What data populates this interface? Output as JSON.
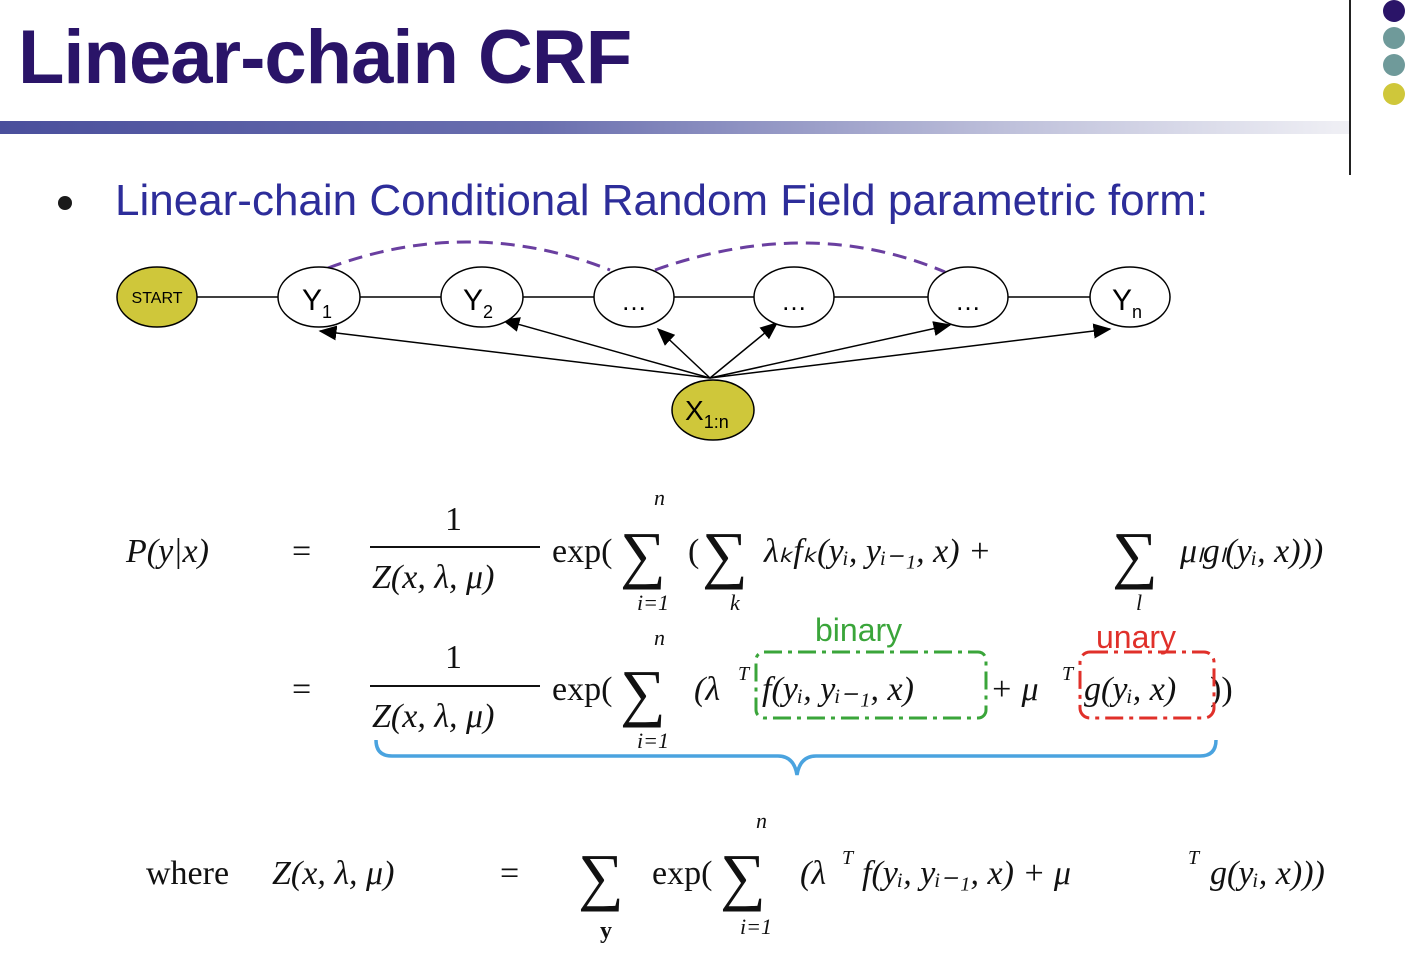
{
  "slide": {
    "title": "Linear-chain CRF",
    "bullet": "Linear-chain Conditional Random Field parametric form:",
    "colors": {
      "title": "#2a1468",
      "bullet_text": "#2d2d9a",
      "node_fill": "#cfc73a",
      "dashed_edge": "#6a3fa0",
      "binary": "#3aa53a",
      "unary": "#e0302a",
      "brace": "#4aa3df"
    },
    "corner_dots": [
      "#2a1468",
      "#6f9a9a",
      "#6f9a9a",
      "#cfc73a"
    ]
  },
  "graph": {
    "start": "START",
    "y1": "Y",
    "y1_sub": "1",
    "y2": "Y",
    "y2_sub": "2",
    "mid1": "…",
    "mid2": "…",
    "mid3": "…",
    "yn": "Y",
    "yn_sub": "n",
    "x": "X",
    "x_sub": "1:n"
  },
  "equations": {
    "lhs": "P(y|x)",
    "eq": "=",
    "one": "1",
    "Z": "Z(x, λ, μ)",
    "exp": "exp(",
    "sum_top": "n",
    "sum_bottom": "i=1",
    "sum_k": "k",
    "sum_l": "l",
    "row1_body_a": "(",
    "row1_body_b": "λₖfₖ(yᵢ, yᵢ₋₁, x) +",
    "row1_body_c": "μₗgₗ(yᵢ, x)))",
    "row2_open": "(λ",
    "row2_T1": "T",
    "row2_f": "f(yᵢ, yᵢ₋₁, x)",
    "row2_plus": "+ μ",
    "row2_T2": "T",
    "row2_g": "g(yᵢ, x)",
    "row2_close": "))",
    "binary_label": "binary",
    "unary_label": "unary",
    "where": "where",
    "where_Z": "Z(x, λ, μ)",
    "sum_y": "y",
    "row3_open": "(λ",
    "row3_rest1": "f(yᵢ, yᵢ₋₁, x) + μ",
    "row3_rest2": "g(yᵢ, x)))"
  }
}
